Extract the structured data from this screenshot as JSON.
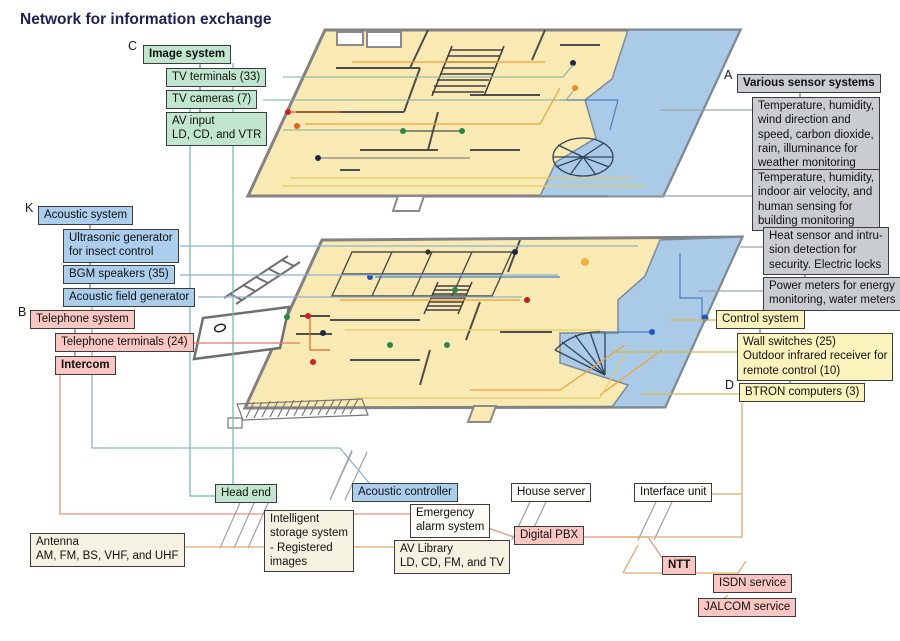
{
  "title": "Network for information exchange",
  "image_system": {
    "letter": "C",
    "header": "Image system",
    "tv_terminals": "TV terminals (33)",
    "tv_cameras": "TV cameras (7)",
    "av_input": [
      "AV input",
      "LD, CD, and VTR"
    ]
  },
  "acoustic_system": {
    "letter": "K",
    "header": "Acoustic system",
    "ultrasonic": [
      "Ultrasonic generator",
      "for insect control"
    ],
    "bgm_speakers": "BGM speakers (35)",
    "field_generator": "Acoustic field generator"
  },
  "telephone_system": {
    "letter": "B",
    "header": "Telephone system",
    "terminals": "Telephone terminals (24)",
    "intercom": "Intercom"
  },
  "sensor_systems": {
    "letter": "A",
    "header": "Various sensor systems",
    "weather": [
      "Temperature, humidity,",
      "wind direction and",
      "speed, carbon dioxide,",
      "rain,  illuminance for",
      "weather monitoring"
    ],
    "building": [
      "Temperature, humidity,",
      "indoor air velocity, and",
      "human sensing for",
      "building monitoring"
    ],
    "security": [
      "Heat sensor and intru-",
      "sion detection  for",
      "security. Electric locks"
    ],
    "power": [
      "Power meters for energy",
      "monitoring, water meters"
    ]
  },
  "control_system": {
    "letter": "D",
    "header": "Control system",
    "wall_switches": [
      "Wall switches (25)",
      "Outdoor infrared receiver for",
      "remote control (10)"
    ],
    "btron": "BTRON computers (3)"
  },
  "equipment": {
    "head_end": "Head end",
    "acoustic_controller": "Acoustic controller",
    "house_server": "House server",
    "interface_unit": "Interface unit",
    "intelligent_storage": [
      "Intelligent",
      "storage system",
      "- Registered",
      "images"
    ],
    "emergency_alarm": [
      "Emergency",
      "alarm system"
    ],
    "av_library": [
      "AV Library",
      "LD, CD, FM, and TV"
    ],
    "digital_pbx": "Digital PBX",
    "antenna": [
      "Antenna",
      "AM, FM, BS, VHF, and UHF"
    ]
  },
  "external_services": {
    "ntt": "NTT",
    "isdn": "ISDN service",
    "jalcom": "JALCOM service"
  },
  "colors": {
    "image_green": "#c0e6cf",
    "acoustic_blue": "#abceec",
    "telephone_pink": "#f9c6c2",
    "sensor_gray": "#c9cdd1",
    "control_yellow": "#fbf3bc",
    "neutral_cream": "#f6f2e1",
    "floor_yellow": "#f8eab2",
    "floor_blue": "#a9cbe7",
    "title_navy": "#1c2257"
  }
}
